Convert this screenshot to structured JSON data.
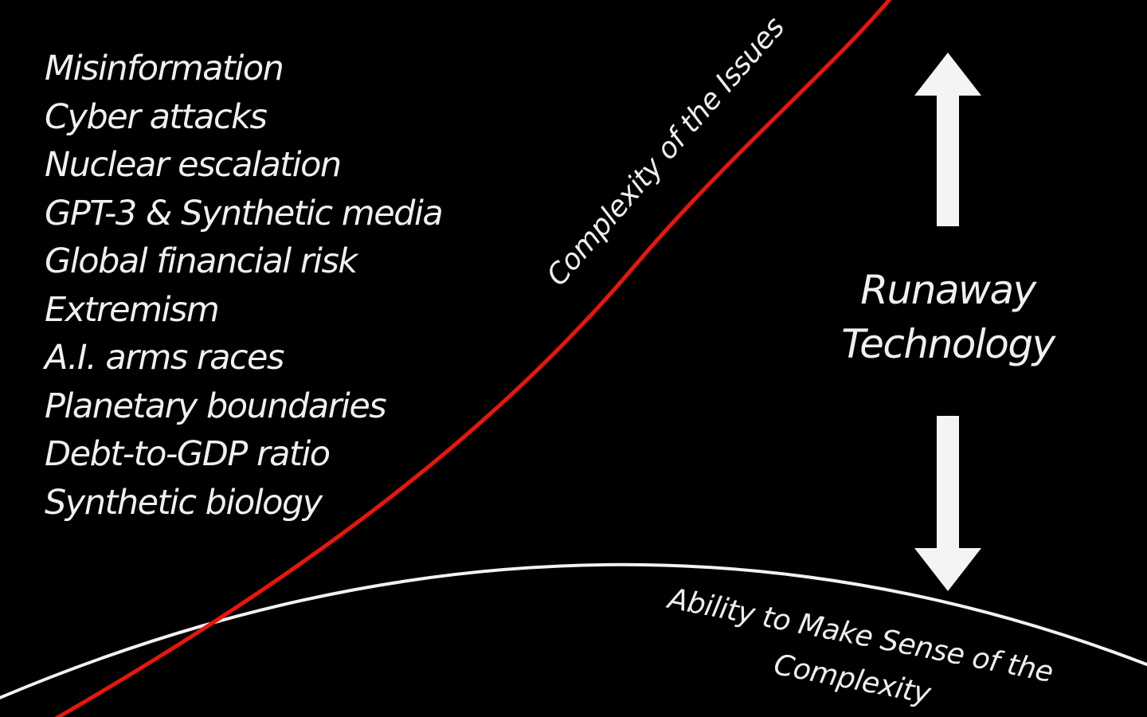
{
  "issues": [
    "Misinformation",
    "Cyber attacks",
    "Nuclear escalation",
    "GPT-3 & Synthetic media",
    "Global financial risk",
    "Extremism",
    "A.I. arms races",
    "Planetary boundaries",
    "Debt-to-GDP ratio",
    "Synthetic biology"
  ],
  "curves": {
    "complexity_label": "Complexity of the Issues",
    "ability_label_line1": "Ability to Make Sense of the",
    "ability_label_line2": "Complexity",
    "complexity_color": "#e8160c",
    "ability_color": "#f2f2f2"
  },
  "gap": {
    "line1": "Runaway",
    "line2": "Technology"
  }
}
